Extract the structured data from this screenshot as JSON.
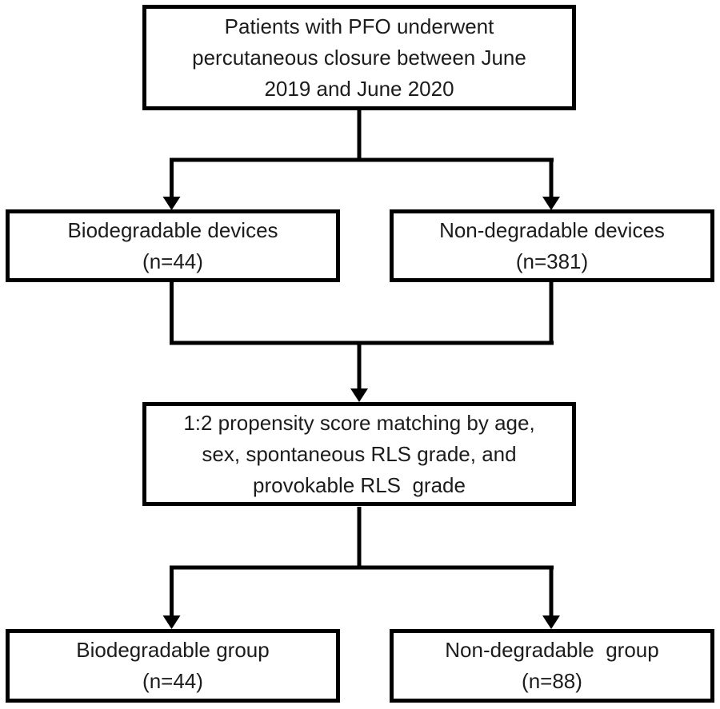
{
  "diagram": {
    "type": "patient-flow-chart",
    "boxes": {
      "patients": {
        "lines": [
          "Patients with PFO underwent",
          "percutaneous closure between June",
          "2019 and June 2020"
        ]
      },
      "biodegradable_devices": {
        "lines": [
          "Biodegradable devices",
          "(n=44)"
        ],
        "n": 44
      },
      "non_degradable_devices": {
        "lines": [
          "Non-degradable devices",
          "(n=381)"
        ],
        "n": 381
      },
      "matching": {
        "lines": [
          "1:2 propensity score matching by age,",
          "sex, spontaneous RLS grade, and",
          "provokable RLS  grade"
        ]
      },
      "biodegradable_group": {
        "lines": [
          "Biodegradable group",
          "(n=44)"
        ],
        "n": 44
      },
      "non_degradable_group": {
        "lines": [
          "Non-degradable  group",
          "(n=88)"
        ],
        "n": 88
      }
    },
    "colors": {
      "box_border": "#000000",
      "connector_line": "#000000",
      "text": "#1c1c1c",
      "background": "#ffffff"
    }
  }
}
